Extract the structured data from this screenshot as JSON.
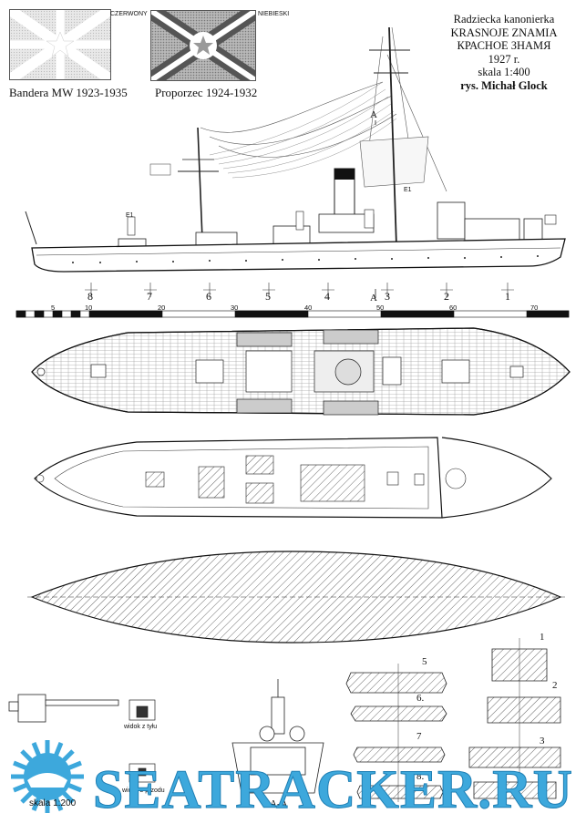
{
  "flags": {
    "ensign": {
      "caption": "Bandera MW 1923-1935",
      "color_label": "CZERWONY",
      "color": "#cc2222"
    },
    "pennant": {
      "caption": "Proporzec 1924-1932",
      "color_label": "NIEBIESKI",
      "color": "#2255bb"
    }
  },
  "title": {
    "line1": "Radziecka kanonierka",
    "line2": "KRASNOJE ZNAMIA",
    "line3": "КРАСНОЕ ЗНАМЯ",
    "year": "1927 r.",
    "scale": "skala 1:400",
    "author": "rys. Michał Glock"
  },
  "section_marks": {
    "upper": "A",
    "lower": "A",
    "section_view": "A-A"
  },
  "frames": [
    "8",
    "7",
    "6",
    "5",
    "4",
    "3",
    "2",
    "1"
  ],
  "scale_bar": [
    "5",
    "10",
    "20",
    "30",
    "40",
    "50",
    "60",
    "70"
  ],
  "details": {
    "view_rear": "widok z tyłu",
    "view_front": "widok z przodu",
    "gun_scale": "skala 1:200"
  },
  "hull_sections": [
    "1",
    "2",
    "3",
    "4",
    "5",
    "6.",
    "7",
    "8."
  ],
  "watermark": {
    "text": "SEATRACKER.RU",
    "color": "#3da8dc"
  },
  "mast_labels": {
    "foremast": "E1",
    "mainmast": "E1"
  }
}
